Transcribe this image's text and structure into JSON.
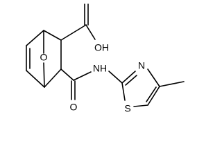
{
  "molecule": {
    "atom_labels": {
      "carboxyl_oxygen": "OH",
      "amide_oxygen": "O",
      "amide_nitrogen": "NH",
      "bridge_oxygen": "O",
      "thiazole_nitrogen": "N",
      "thiazole_sulfur": "S"
    }
  }
}
